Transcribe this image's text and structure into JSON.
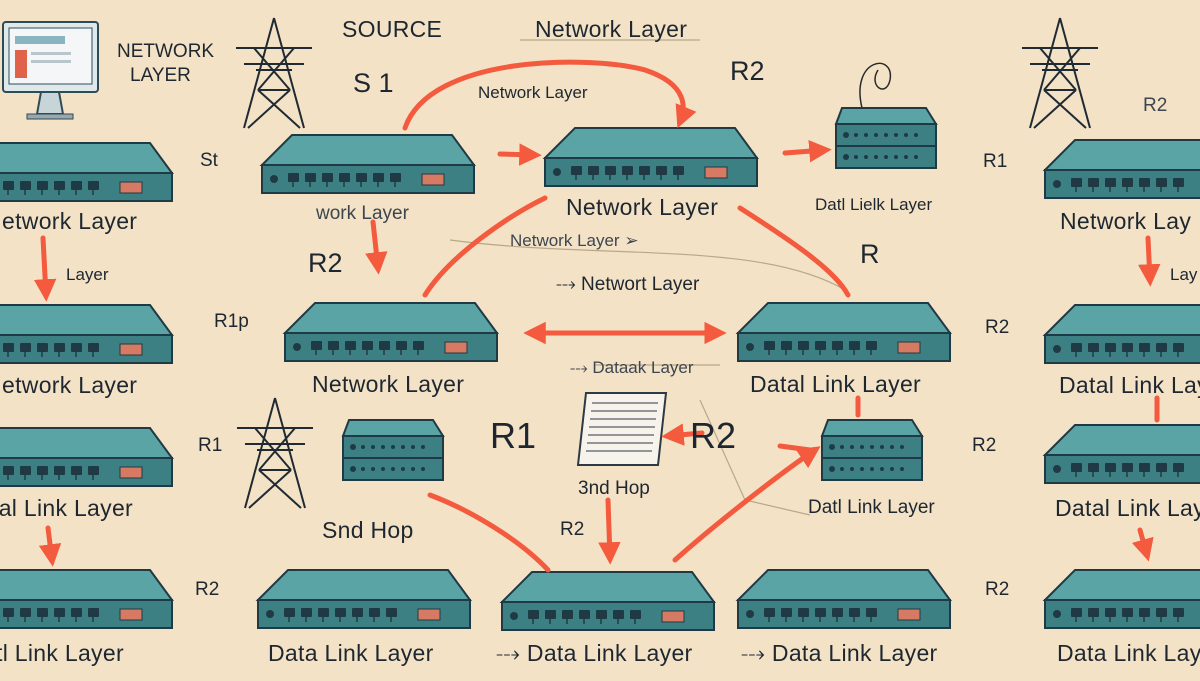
{
  "colors": {
    "background": "#f3e2c6",
    "device_top": "#4f9a9a",
    "device_front": "#3a7d80",
    "arrow": "#f35a3e",
    "ink": "#1e2730"
  },
  "devices": [
    {
      "kind": "monitor"
    },
    {
      "kind": "tower"
    },
    {
      "kind": "tower"
    },
    {
      "kind": "tower"
    },
    {
      "kind": "switch"
    },
    {
      "kind": "switch"
    },
    {
      "kind": "switch"
    },
    {
      "kind": "switch"
    },
    {
      "kind": "switch"
    },
    {
      "kind": "switch"
    },
    {
      "kind": "switch"
    },
    {
      "kind": "switch"
    },
    {
      "kind": "switch"
    },
    {
      "kind": "switch"
    },
    {
      "kind": "switch"
    },
    {
      "kind": "switch"
    },
    {
      "kind": "switch"
    },
    {
      "kind": "switch"
    },
    {
      "kind": "switch"
    },
    {
      "kind": "router"
    },
    {
      "kind": "router"
    },
    {
      "kind": "router"
    },
    {
      "kind": "document"
    }
  ],
  "labels": {
    "network_layer_topleft_1": "NETWORK",
    "network_layer_topleft_2": "LAYER",
    "source": "SOURCE",
    "network_layer_header": "Network Layer",
    "s1": "S 1",
    "r2_top": "R2",
    "network_layer_arc": "Network Layer",
    "r2_topright": "R2",
    "st": "St",
    "r1_right": "R1",
    "network_layer_left_row1": "etwork Layer",
    "work_layer": "work Layer",
    "network_layer_center_row1": "Network Layer",
    "datl_link_layer_top": "Datl Lielk Layer",
    "network_layer_right_row1": "Network Lay",
    "layer_left": "Layer",
    "r2_midleft": "R2",
    "network_layer_small": "Network Layer ➢",
    "r_right": "R",
    "network_layer_mid": "⤏ Networt Layer",
    "lay_right": "Lay",
    "r1p_left": "R1p",
    "r2_right_row3": "R2",
    "network_layer_left_row2": "etwork Layer",
    "network_layer_center_row2": "Network Layer",
    "datalink_small": "⤏ Dataak Layer",
    "datal_link_layer_mid": "Datal Link Layer",
    "datal_link_layer_right_row2": "Datal Link Lay",
    "r1_left_row4": "R1",
    "r1_center": "R1",
    "r2_center": "R2",
    "r2_right_row4": "R2",
    "tl_link_layer": "tal Link Layer",
    "third_hop": "3nd Hop",
    "datl_link_layer_center": "Datl Link Layer",
    "datal_link_layer_right_row3": "Datal Link Laye",
    "snd_hop": "Snd Hop",
    "r2_small": "R2",
    "r2_left_row5": "R2",
    "r2_right_row5": "R2",
    "tl_link_layer_bottom": "tl Link Layer",
    "data_link_layer_b1": "Data Link Layer",
    "data_link_layer_b2": "⤏ Data Link Layer",
    "data_link_layer_b3": "⤏ Data Link Layer",
    "data_link_layer_b4": "Data Link Laye"
  }
}
